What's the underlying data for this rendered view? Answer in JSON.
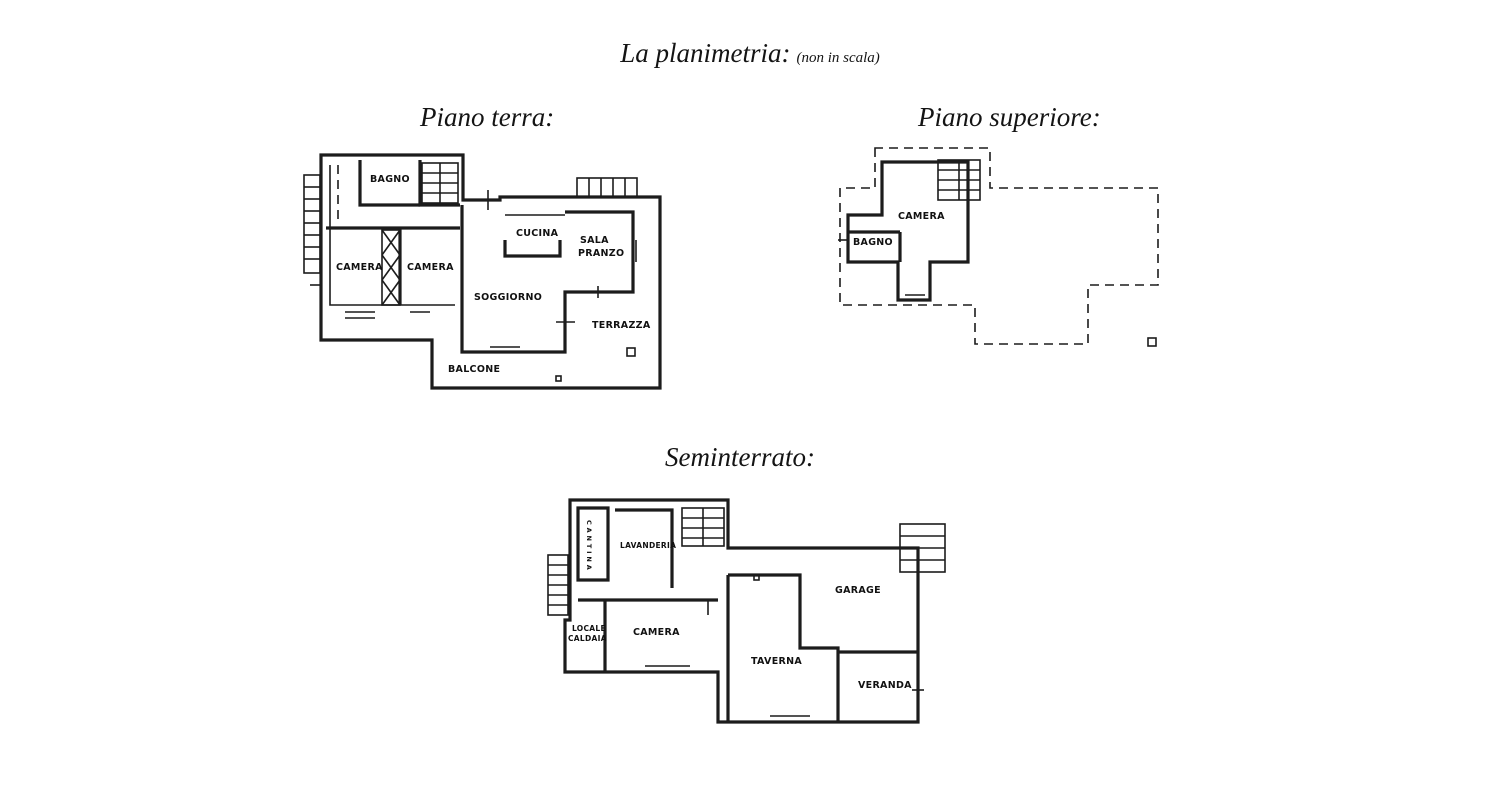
{
  "title": "La planimetria:",
  "title_note": "(non in scala)",
  "plans": {
    "ground_floor": {
      "heading": "Piano terra:",
      "rooms": {
        "bagno": "BAGNO",
        "camera_1": "CAMERA",
        "camera_2": "CAMERA",
        "cucina": "CUCINA",
        "sala_1": "SALA",
        "sala_2": "PRANZO",
        "soggiorno": "SOGGIORNO",
        "terrazza": "TERRAZZA",
        "balcone": "BALCONE"
      }
    },
    "upper_floor": {
      "heading": "Piano superiore:",
      "rooms": {
        "camera": "CAMERA",
        "bagno": "BAGNO"
      }
    },
    "basement": {
      "heading": "Seminterrato:",
      "rooms": {
        "cantina": "C A N T I N A",
        "lavanderia": "LAVANDERIA",
        "garage": "GARAGE",
        "locale_1": "LOCALE",
        "locale_2": "CALDAIA",
        "camera": "CAMERA",
        "taverna": "TAVERNA",
        "veranda": "VERANDA"
      }
    }
  }
}
